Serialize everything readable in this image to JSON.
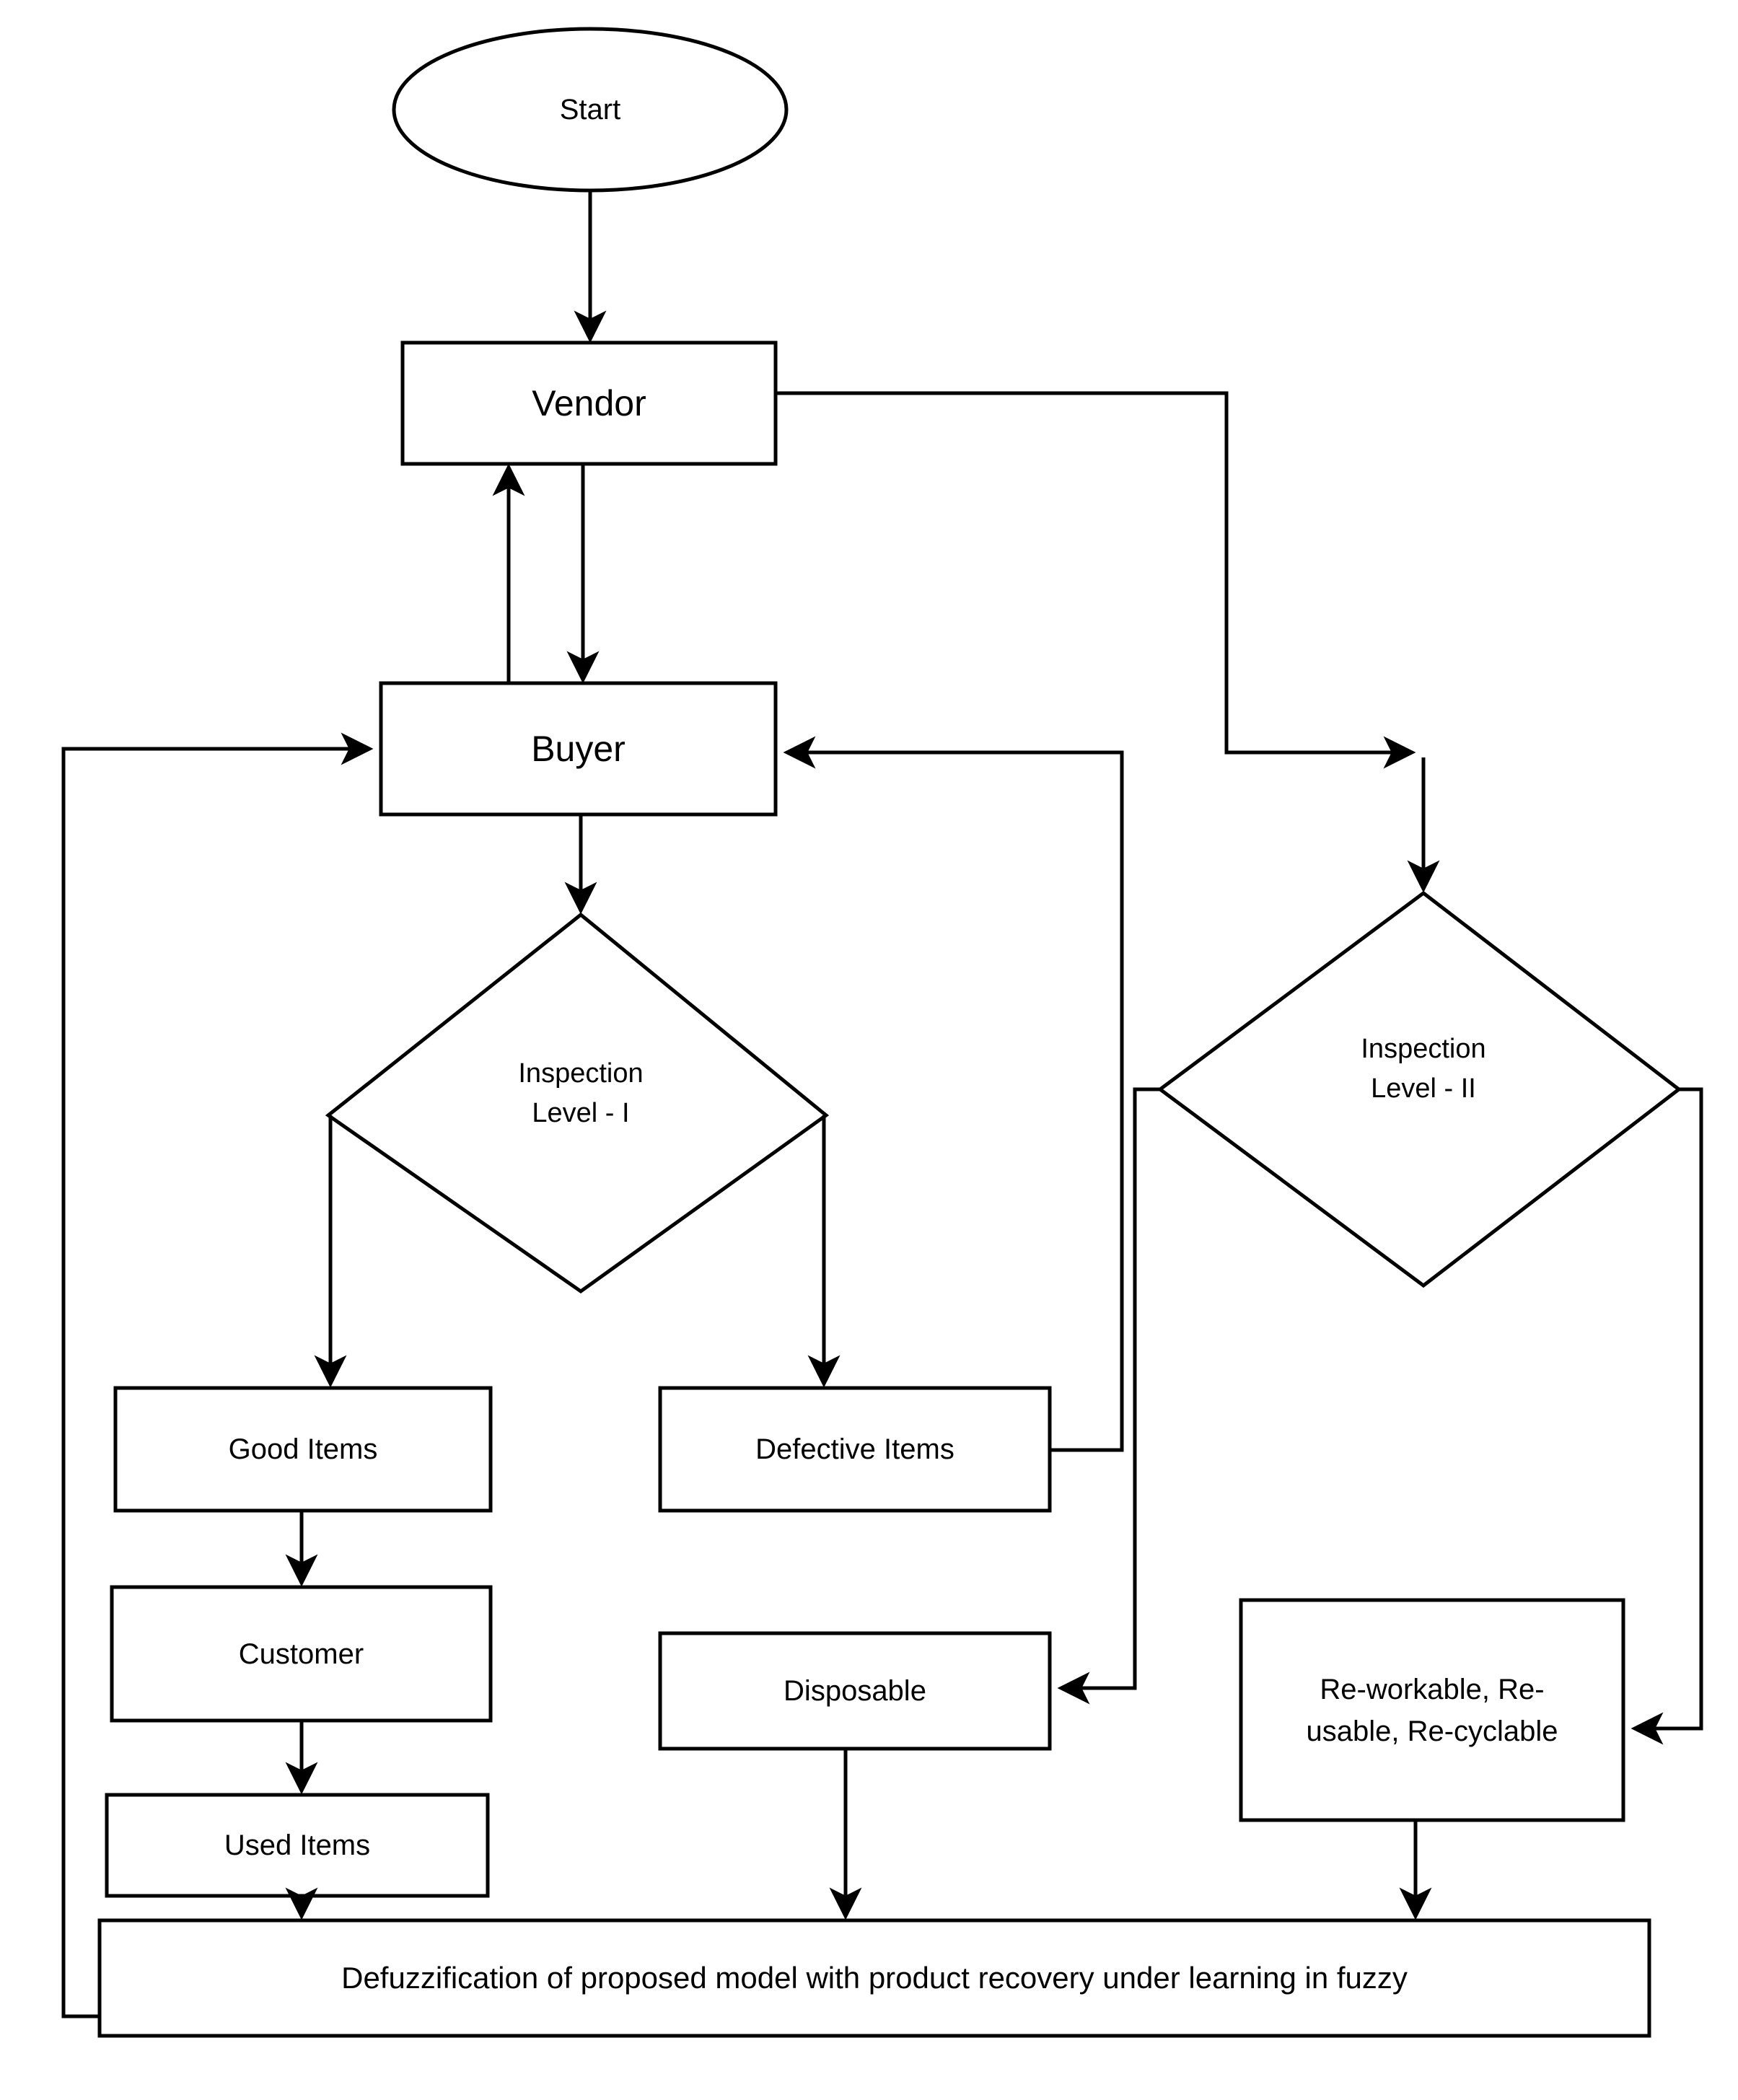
{
  "diagram": {
    "title": "Flowchart of proposed inventory model with product recovery",
    "stroke_color": "#000000",
    "fill_color": "#ffffff",
    "background": "#ffffff"
  },
  "nodes": {
    "start": {
      "label": "Start",
      "shape": "ellipse"
    },
    "vendor": {
      "label": "Vendor",
      "shape": "rectangle"
    },
    "buyer": {
      "label": "Buyer",
      "shape": "rectangle"
    },
    "inspection_1": {
      "label": "Inspection\nLevel - I",
      "shape": "diamond"
    },
    "inspection_2": {
      "label": "Inspection\nLevel - II",
      "shape": "diamond"
    },
    "good_items": {
      "label": "Good Items",
      "shape": "rectangle"
    },
    "defective_items": {
      "label": "Defective Items",
      "shape": "rectangle"
    },
    "customer": {
      "label": "Customer",
      "shape": "rectangle"
    },
    "disposable": {
      "label": "Disposable",
      "shape": "rectangle"
    },
    "recovery": {
      "label": "Re-workable, Re-\nusable, Re-cyclable",
      "shape": "rectangle"
    },
    "used_items": {
      "label": "Used Items",
      "shape": "rectangle"
    },
    "defuzzification": {
      "label": "Defuzzification of proposed model with product recovery under learning in fuzzy",
      "shape": "rectangle"
    }
  },
  "edges": [
    {
      "from": "start",
      "to": "vendor"
    },
    {
      "from": "vendor",
      "to": "buyer"
    },
    {
      "from": "buyer",
      "to": "vendor"
    },
    {
      "from": "vendor",
      "to": "inspection_2"
    },
    {
      "from": "buyer",
      "to": "inspection_1"
    },
    {
      "from": "inspection_1",
      "to": "good_items"
    },
    {
      "from": "inspection_1",
      "to": "defective_items"
    },
    {
      "from": "defective_items",
      "to": "buyer"
    },
    {
      "from": "inspection_2",
      "to": "disposable"
    },
    {
      "from": "inspection_2",
      "to": "recovery"
    },
    {
      "from": "good_items",
      "to": "customer"
    },
    {
      "from": "customer",
      "to": "used_items"
    },
    {
      "from": "used_items",
      "to": "defuzzification"
    },
    {
      "from": "disposable",
      "to": "defuzzification"
    },
    {
      "from": "recovery",
      "to": "defuzzification"
    },
    {
      "from": "defuzzification",
      "to": "buyer"
    }
  ]
}
